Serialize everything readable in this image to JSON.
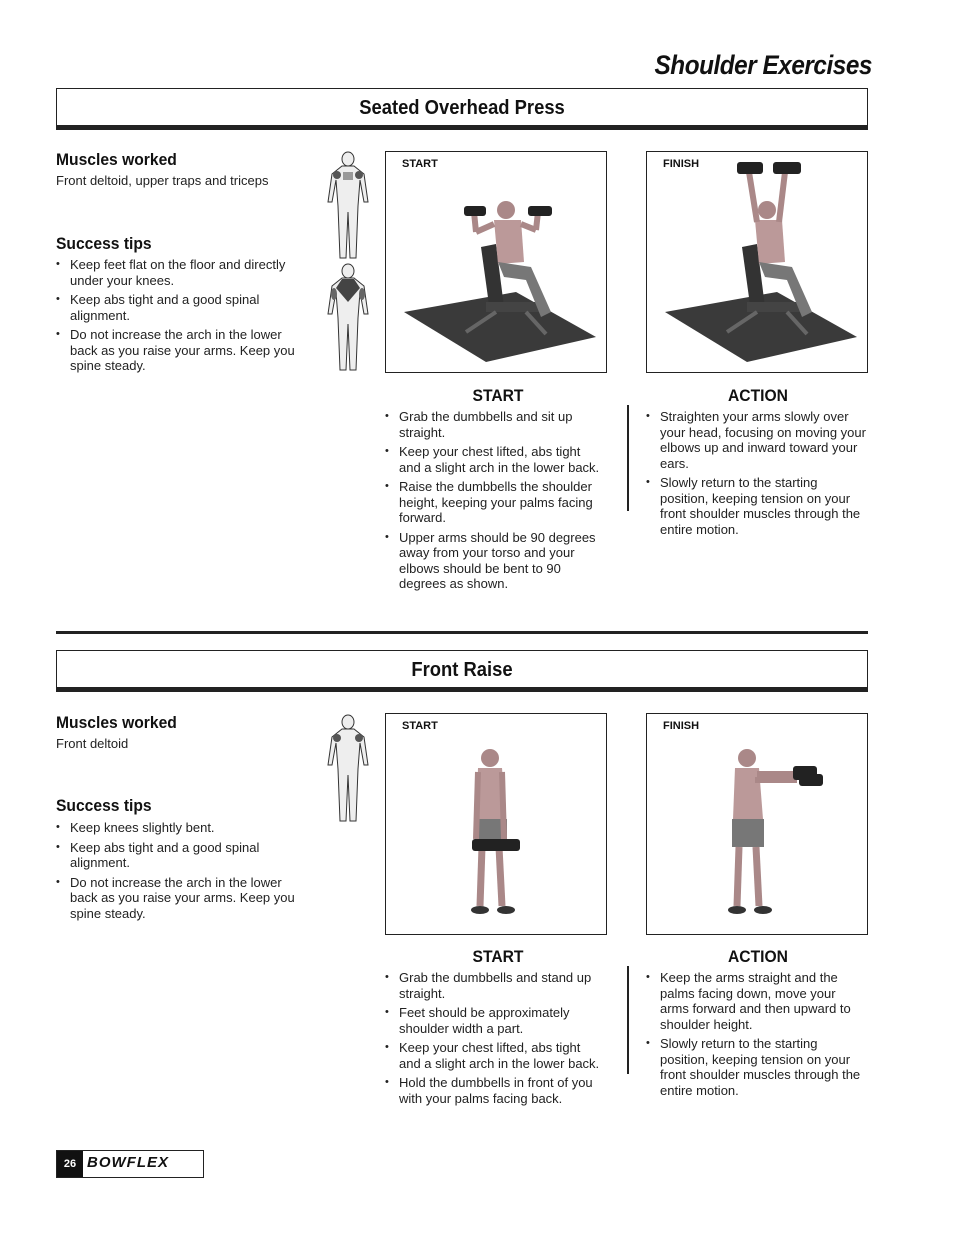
{
  "page": {
    "title": "Shoulder Exercises",
    "number": "26",
    "brand": "BOWFLEX"
  },
  "sections": [
    {
      "title": "Seated Overhead Press",
      "muscles_heading": "Muscles worked",
      "muscles_text": "Front deltoid, upper traps and triceps",
      "tips_heading": "Success tips",
      "tips": [
        "Keep feet flat on the floor and directly under your knees.",
        "Keep abs tight and a good spinal alignment.",
        "Do not increase the arch in the lower back as you raise your arms. Keep you spine steady."
      ],
      "start_photo_label": "START",
      "finish_photo_label": "FINISH",
      "start_heading": "START",
      "start_items": [
        "Grab the dumbbells and sit up straight.",
        "Keep your chest lifted, abs tight and a slight arch in the lower back.",
        "Raise the dumbbells the shoulder height, keeping your palms facing forward.",
        "Upper arms should be 90 degrees away from your torso and your elbows should be bent to 90 degrees as shown."
      ],
      "action_heading": "ACTION",
      "action_items": [
        "Straighten your arms slowly over your head, focusing on moving your elbows up and inward toward your ears.",
        "Slowly return to the starting position, keeping tension on your front shoulder muscles through the entire motion."
      ]
    },
    {
      "title": "Front Raise",
      "muscles_heading": "Muscles worked",
      "muscles_text": "Front deltoid",
      "tips_heading": "Success tips",
      "tips": [
        "Keep knees slightly bent.",
        "Keep abs tight and a good spinal alignment.",
        "Do not increase the arch in the lower back as you raise your arms. Keep you spine steady."
      ],
      "start_photo_label": "START",
      "finish_photo_label": "FINISH",
      "start_heading": "START",
      "start_items": [
        "Grab the dumbbells and stand up straight.",
        "Feet should be approximately shoulder width a part.",
        "Keep your chest lifted, abs tight and a slight arch in the lower back.",
        "Hold the dumbbells in front of you with your palms facing back."
      ],
      "action_heading": "ACTION",
      "action_items": [
        "Keep the arms straight and the palms facing down, move your arms forward and then upward to shoulder height.",
        "Slowly return to the starting position, keeping tension on your front shoulder muscles through the entire motion."
      ]
    }
  ]
}
